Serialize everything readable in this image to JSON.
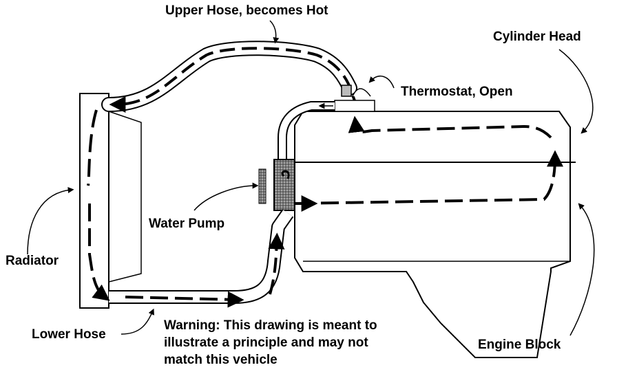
{
  "labels": {
    "upper_hose": "Upper Hose, becomes Hot",
    "cylinder_head": "Cylinder Head",
    "thermostat": "Thermostat, Open",
    "water_pump": "Water Pump",
    "radiator": "Radiator",
    "lower_hose": "Lower Hose",
    "engine_block": "Engine Block"
  },
  "warning": {
    "line1": "Warning: This drawing is meant to",
    "line2": "illustrate a principle and may not",
    "line3": "match this vehicle"
  }
}
